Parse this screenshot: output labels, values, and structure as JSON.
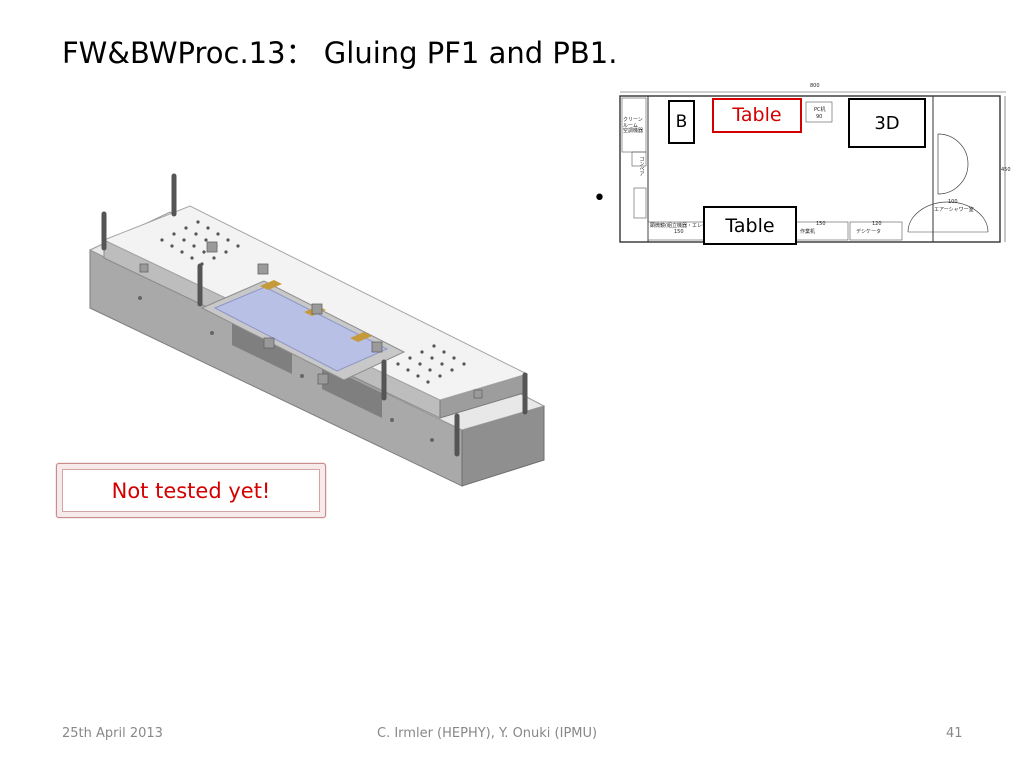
{
  "slide": {
    "title": "FW&BWProc.13： Gluing PF1 and PB1.",
    "note": "Not tested yet!",
    "bullet": "•"
  },
  "floor_plan": {
    "labels": {
      "b": "B",
      "table_top": "Table",
      "three_d": "3D",
      "table_bottom": "Table"
    },
    "small_text": {
      "dimension_top": "800",
      "dimension_right": "450",
      "clean_room": "クリーン\nルーム\n空調機器",
      "pc_desk": "PC机",
      "pc_desk_size": "90",
      "air_shower_size": "100",
      "air_shower": "エアーシャワー室",
      "work_desk_size_1": "150",
      "work_desk_size_2": "150",
      "desicator_size": "120",
      "work_desk": "作業机",
      "desicator": "デシケータ",
      "microscope": "顕微鏡(組立機器・エレキ用)",
      "conveyor": "コンベア"
    }
  },
  "footer": {
    "date": "25th April 2013",
    "authors": "C. Irmler (HEPHY), Y. Onuki (IPMU)",
    "page": "41"
  },
  "colors": {
    "accent_red": "#d40000",
    "footer_gray": "#888888"
  }
}
